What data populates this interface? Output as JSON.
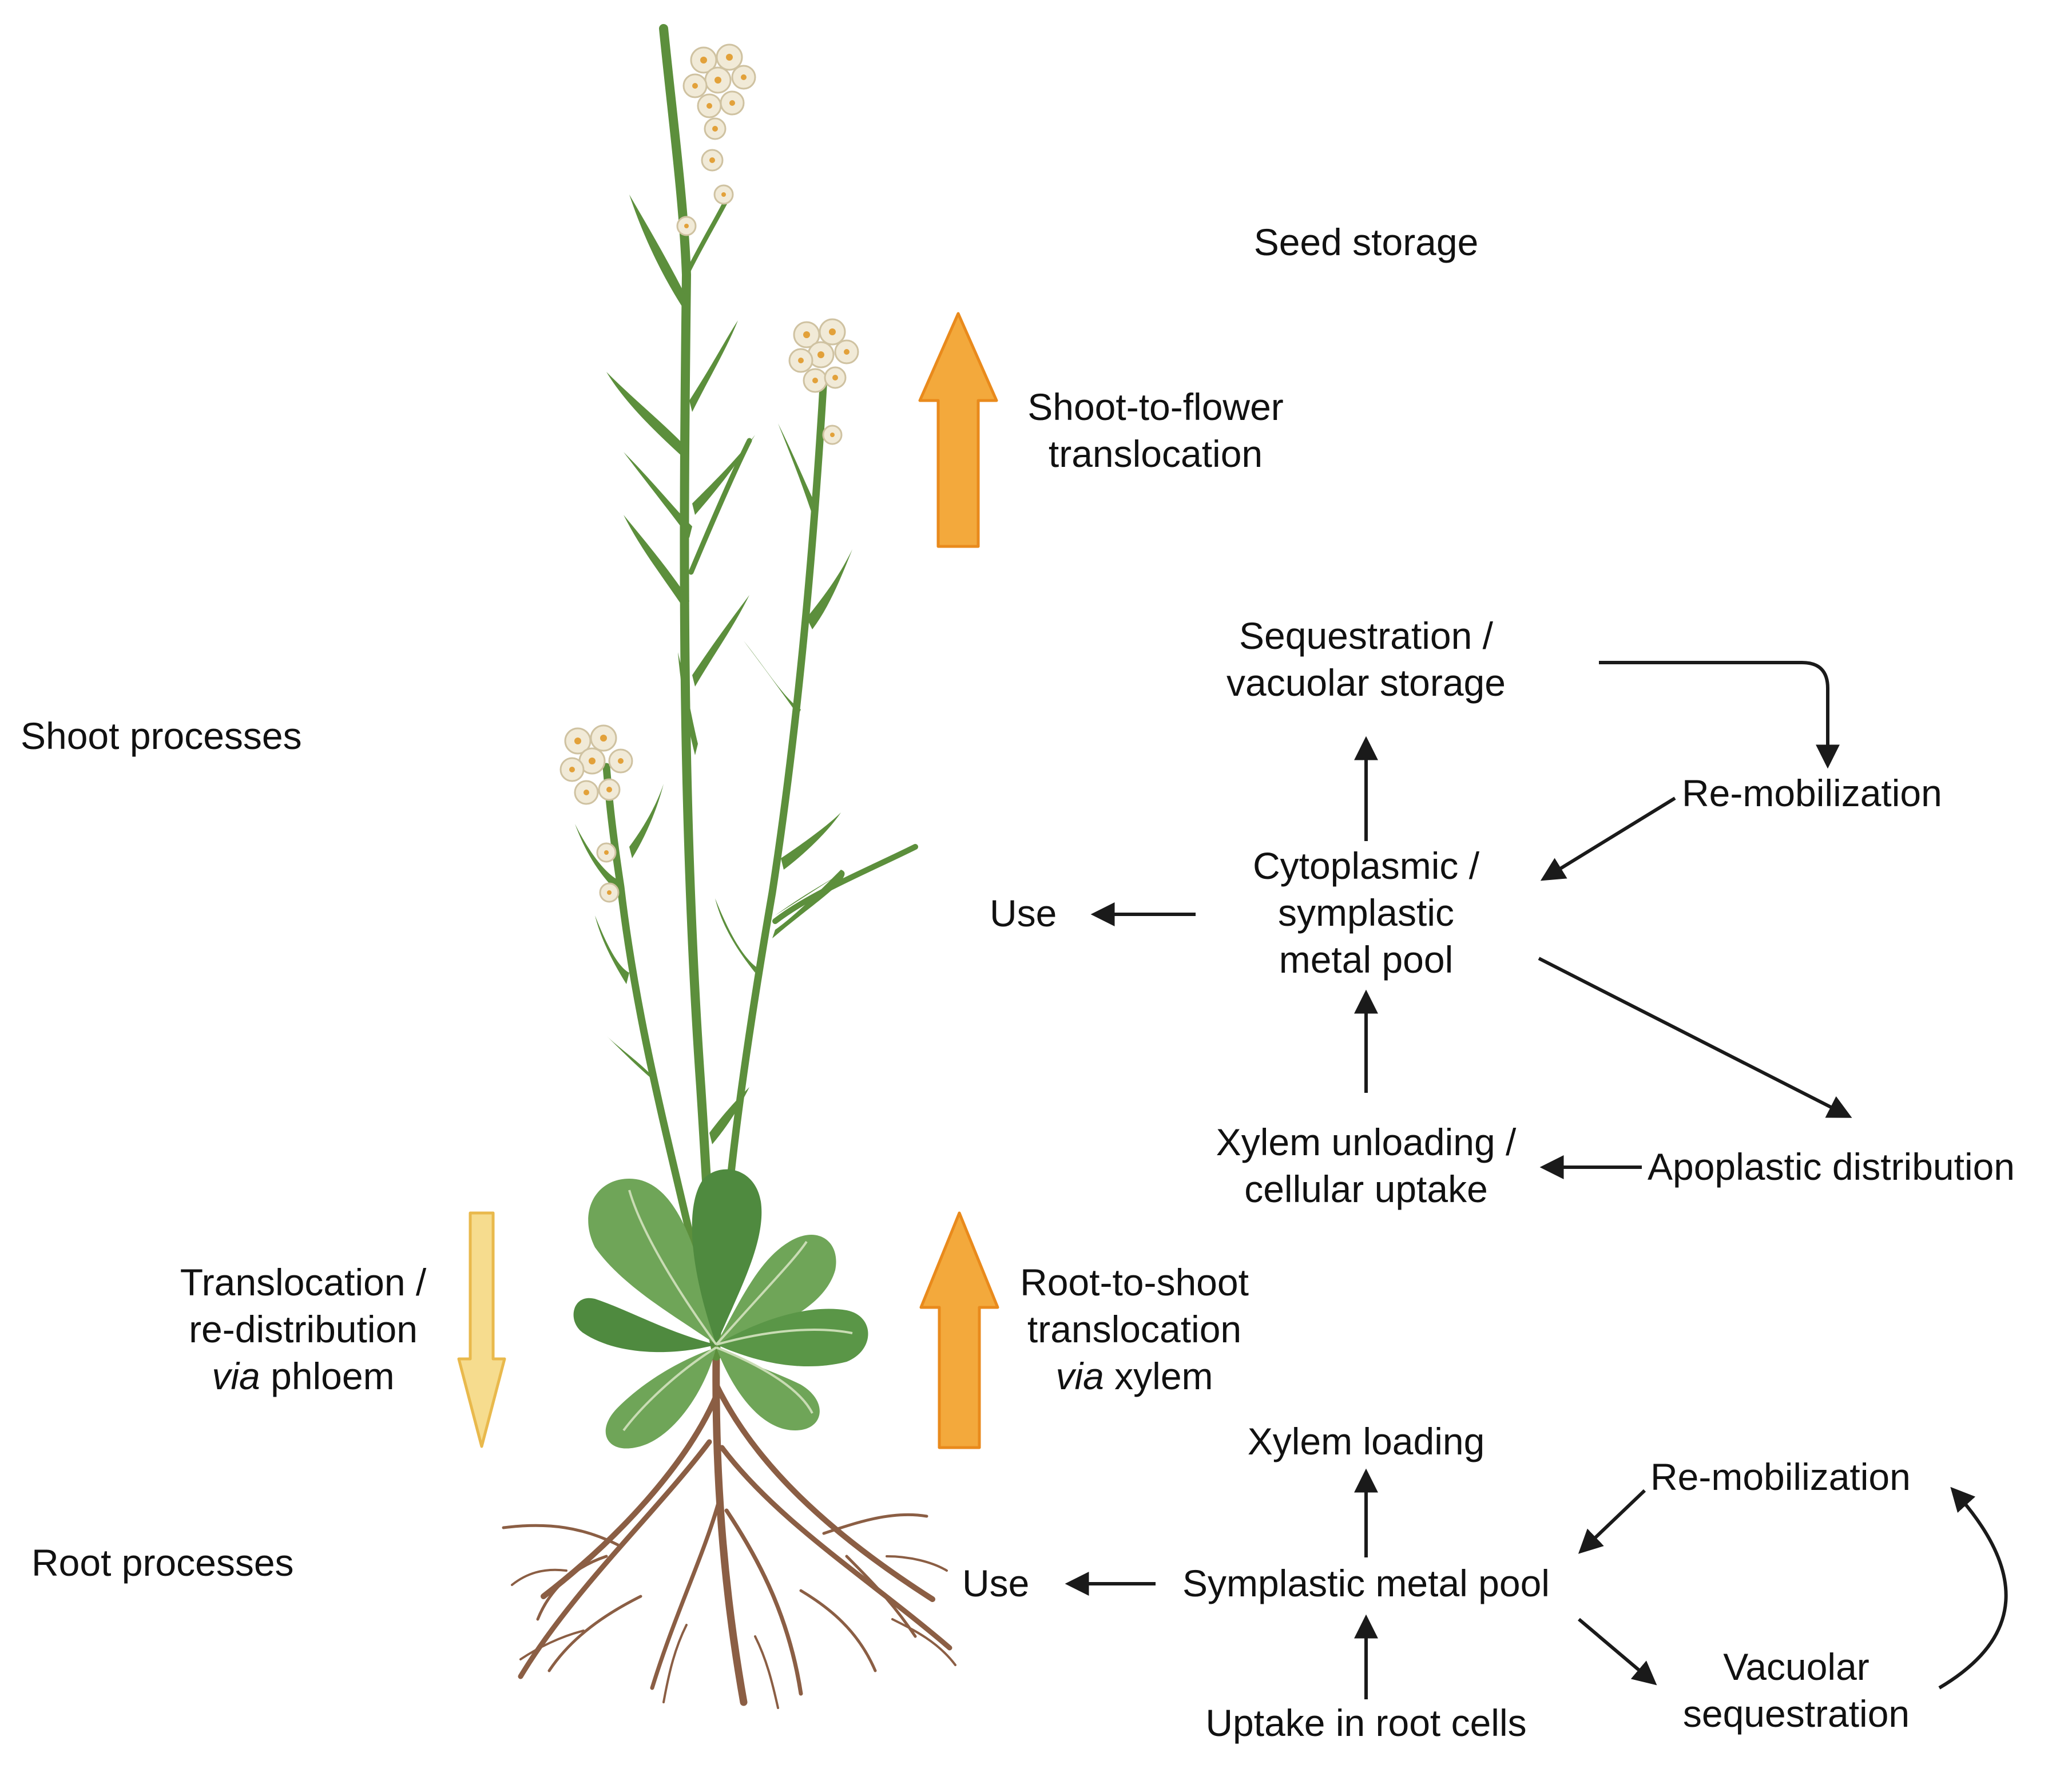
{
  "colors": {
    "stem": "#5c8f3c",
    "stem_dark": "#4c7a30",
    "leaf": "#6fa558",
    "leaf_dark": "#4f8a3f",
    "leaf_vein": "#c9dcb4",
    "root": "#8b5e44",
    "flower": "#f1ead7",
    "flower_edge": "#cfc2a1",
    "flower_center": "#e2a13a",
    "arrow_orange": "#f3a93c",
    "arrow_orange_edge": "#e98a1c",
    "arrow_light": "#f6dc8e",
    "arrow_light_edge": "#e9b94c",
    "flow_arrow": "#1a1a1a",
    "text": "#111111"
  },
  "icons": {
    "plant": "plant-illustration-icon",
    "shoot_to_flower_arrow": "orange-up-arrow-icon",
    "root_to_shoot_arrow": "orange-up-arrow-icon",
    "phloem_arrow": "yellow-down-arrow-icon"
  },
  "labels": {
    "seed_storage": "Seed storage",
    "shoot_processes": "Shoot processes",
    "root_processes": "Root processes",
    "shoot_to_flower": [
      "Shoot-to-flower",
      "translocation"
    ],
    "phloem": {
      "line1": "Translocation /",
      "line2": "re-distribution",
      "line3_italic": "via",
      "line3_rest": " phloem"
    },
    "root_to_shoot": {
      "line1": "Root-to-shoot",
      "line2": "translocation",
      "line3_italic": "via",
      "line3_rest": " xylem"
    },
    "shoot": {
      "sequestration": [
        "Sequestration /",
        "vacuolar storage"
      ],
      "remobilization": "Re-mobilization",
      "cytoplasmic_pool": [
        "Cytoplasmic /",
        "symplastic",
        "metal pool"
      ],
      "use": "Use",
      "xylem_unloading": [
        "Xylem unloading /",
        "cellular uptake"
      ],
      "apoplastic": "Apoplastic distribution"
    },
    "root": {
      "xylem_loading": "Xylem loading",
      "symplastic_pool": "Symplastic metal pool",
      "use": "Use",
      "remobilization": "Re-mobilization",
      "vacuolar_sequestration": [
        "Vacuolar",
        "sequestration"
      ],
      "uptake": "Uptake in root cells"
    }
  }
}
